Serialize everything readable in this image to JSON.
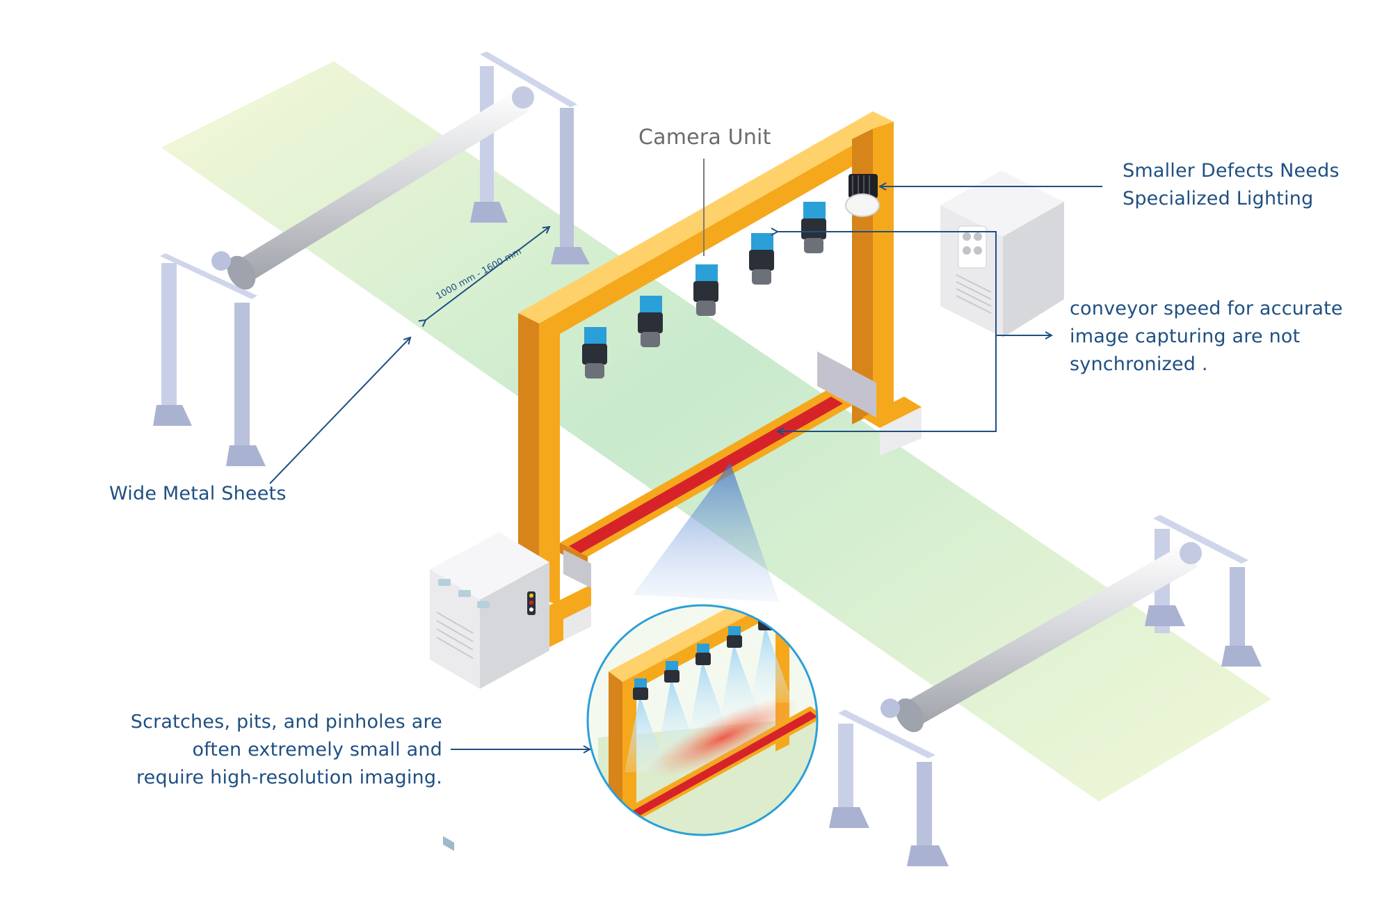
{
  "labels": {
    "camera_unit": "Camera Unit",
    "lighting_line1": "Smaller Defects Needs",
    "lighting_line2": "Specialized Lighting",
    "conveyor_line1": "conveyor speed for accurate",
    "conveyor_line2": "image capturing are not",
    "conveyor_line3": "synchronized .",
    "wide_sheets": "Wide Metal Sheets",
    "defects_line1": "Scratches, pits, and pinholes are",
    "defects_line2": "often extremely small and",
    "defects_line3": "require high-resolution imaging.",
    "dimension": "1000 mm - 1600 mm"
  },
  "colors": {
    "label_text": "#1f4f82",
    "camera_label": "#6b6b6b",
    "gantry_orange": "#f5a81c",
    "gantry_dark": "#d7841a",
    "camera_blue": "#2a9fd8",
    "sheet_green": "#bfe6c4",
    "roller_gray": "#d8d8dc",
    "stand_lavender": "#b9c1dd",
    "laser_red": "#d6232a",
    "magnifier_ring": "#2a9fd8"
  }
}
